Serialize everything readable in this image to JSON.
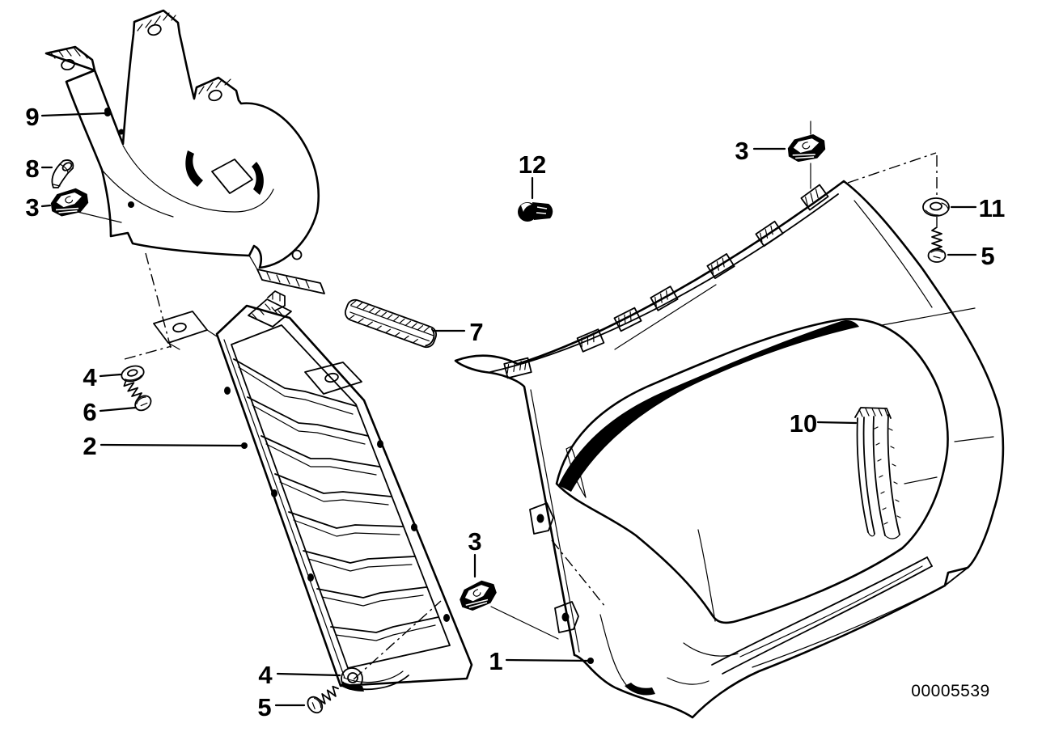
{
  "diagram": {
    "image_code": "00005539",
    "background_color": "#ffffff",
    "ink_color": "#000000",
    "callouts": [
      {
        "id": "c9",
        "label": "9"
      },
      {
        "id": "c8",
        "label": "8"
      },
      {
        "id": "c3-left",
        "label": "3"
      },
      {
        "id": "c4-top",
        "label": "4"
      },
      {
        "id": "c6",
        "label": "6"
      },
      {
        "id": "c2",
        "label": "2"
      },
      {
        "id": "c12",
        "label": "12"
      },
      {
        "id": "c7",
        "label": "7"
      },
      {
        "id": "c3-mid",
        "label": "3"
      },
      {
        "id": "c1",
        "label": "1"
      },
      {
        "id": "c4-bottom",
        "label": "4"
      },
      {
        "id": "c5-bottom",
        "label": "5"
      },
      {
        "id": "c3-topright",
        "label": "3"
      },
      {
        "id": "c11",
        "label": "11"
      },
      {
        "id": "c5-right",
        "label": "5"
      },
      {
        "id": "c10",
        "label": "10"
      }
    ],
    "part_shapes": {
      "1": "right-side-panel",
      "2": "louvered-grille-panel",
      "3": "speed-nut-clip",
      "4": "washer",
      "5": "tapping-screw",
      "6": "tapping-screw",
      "7": "rub-strip",
      "8": "push-rivet",
      "9": "upper-bracket-panel",
      "10": "trim-strip",
      "11": "washer",
      "12": "grommet-nut"
    }
  }
}
